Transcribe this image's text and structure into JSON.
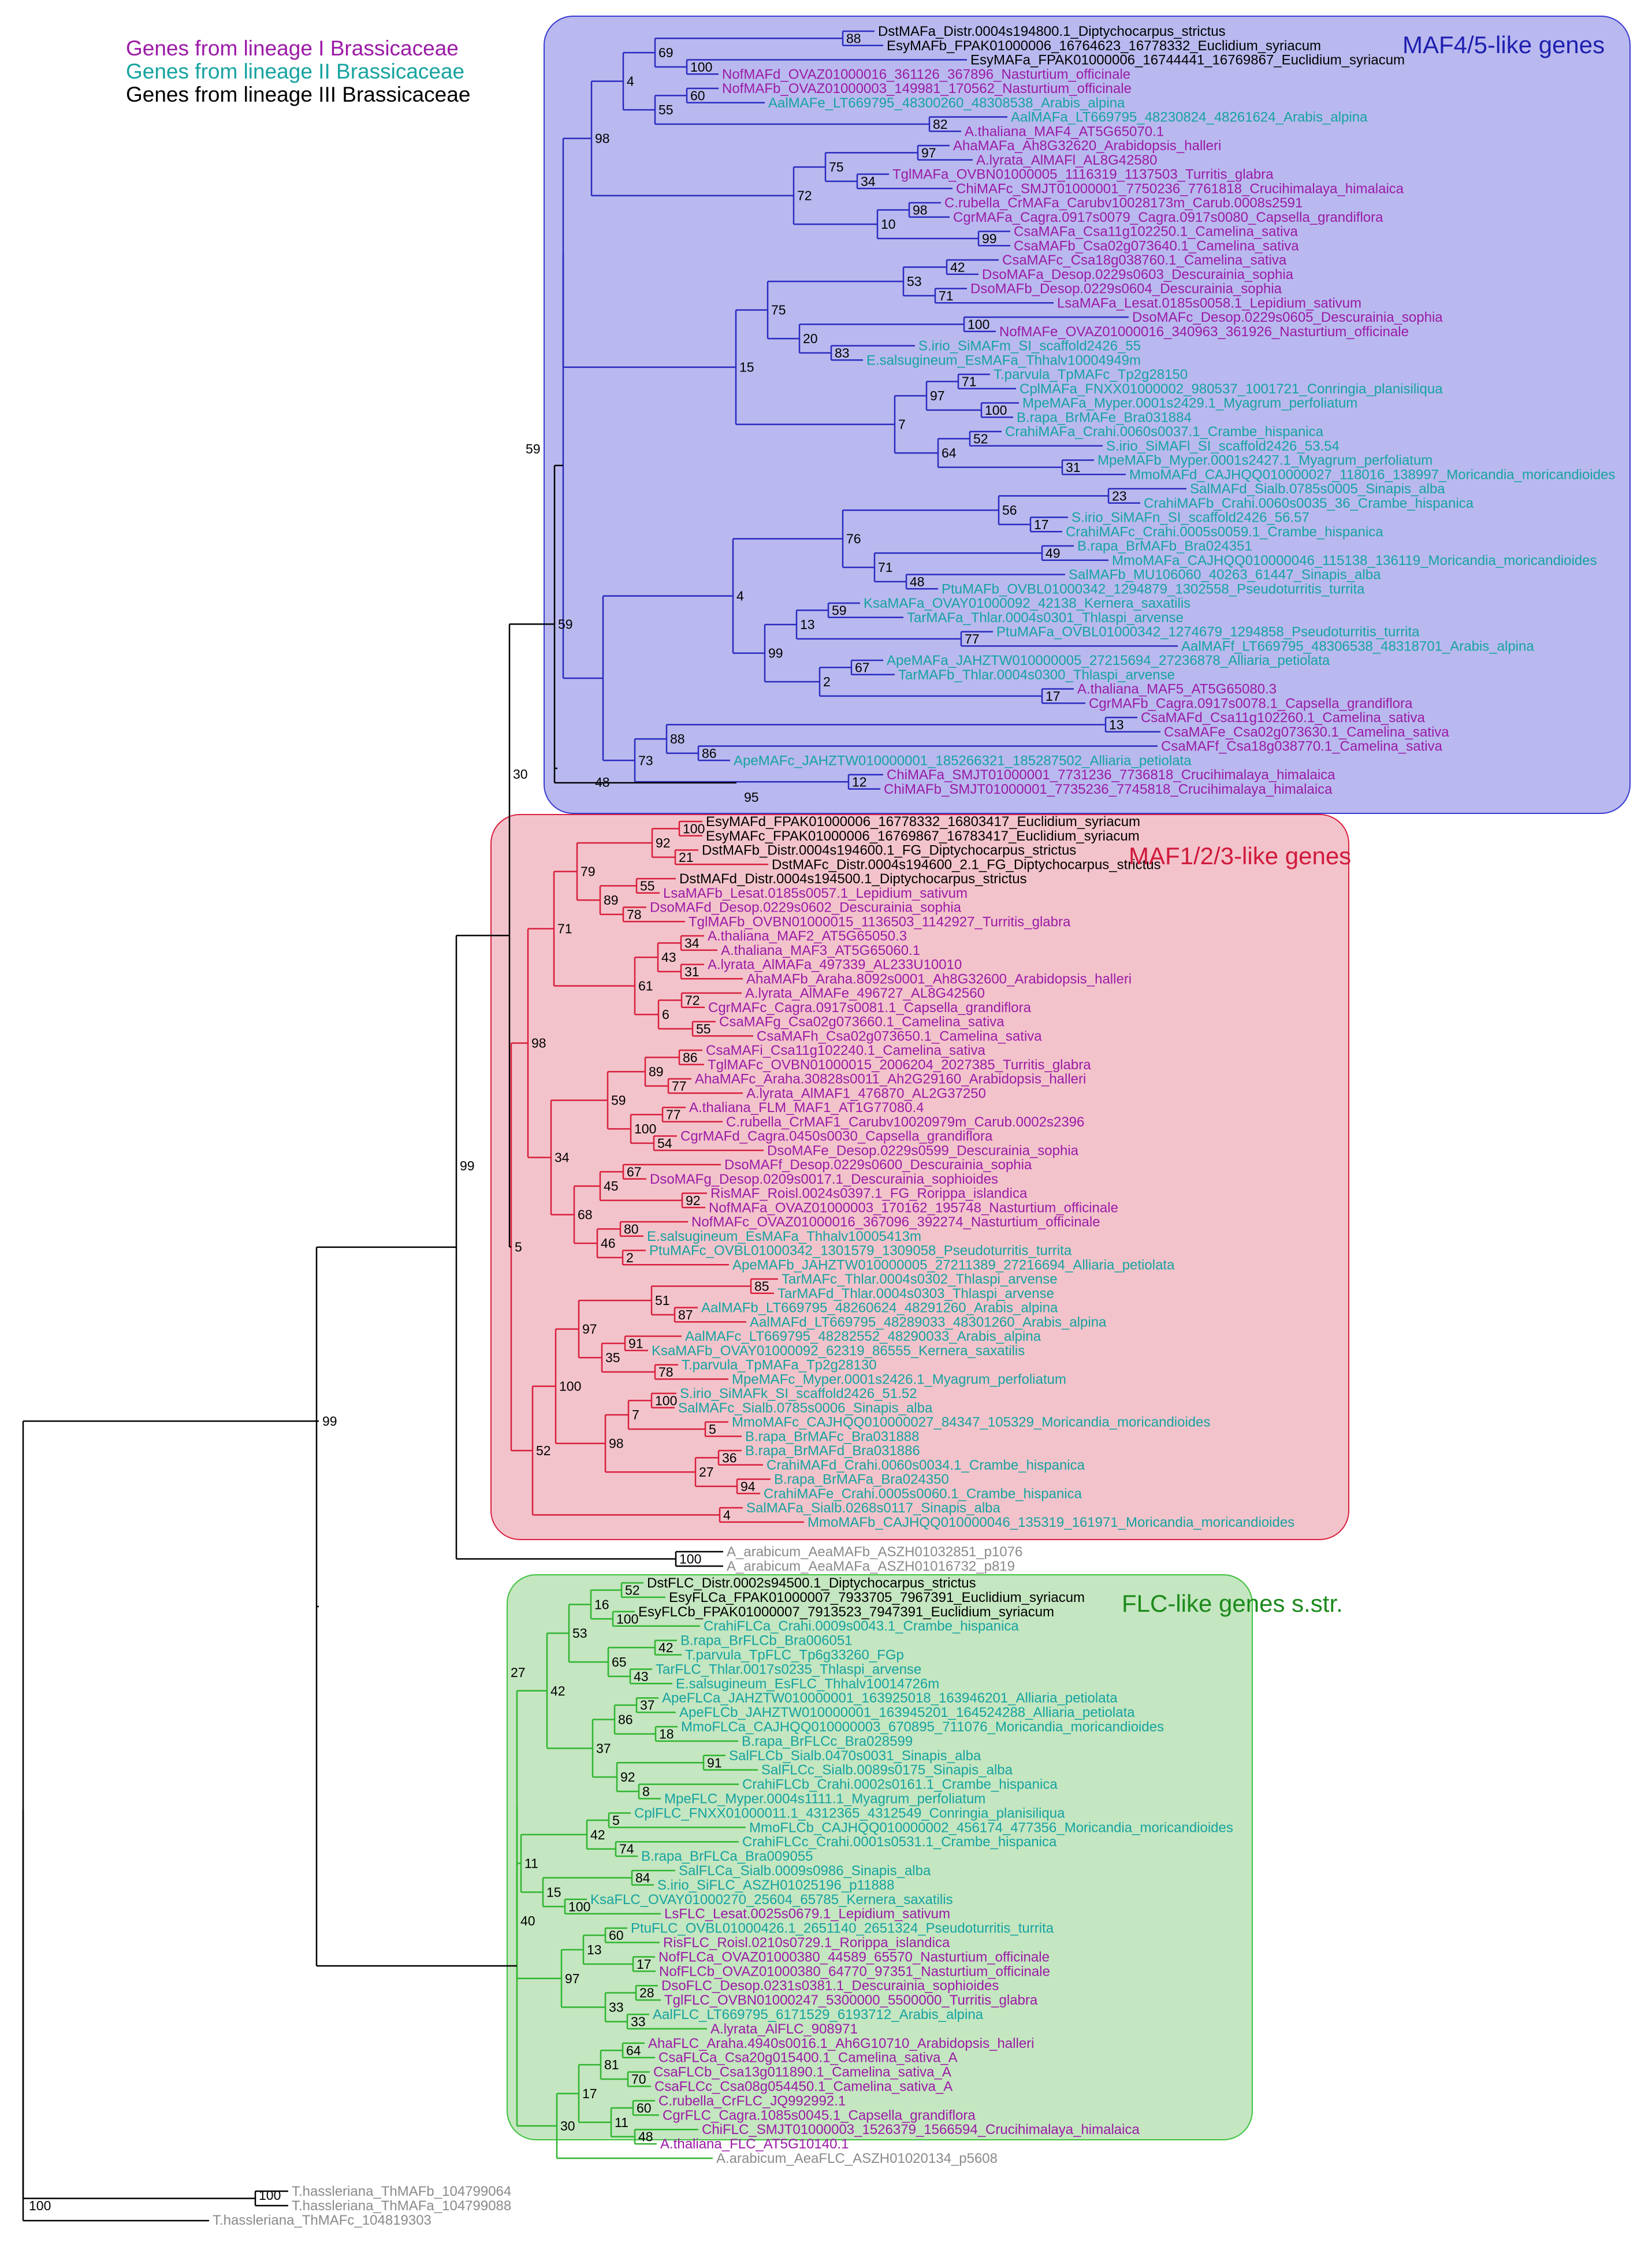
{
  "legend": [
    {
      "label": "Genes from lineage I Brassicaceae",
      "color": "#9b1aa6"
    },
    {
      "label": "Genes from lineage II Brassicaceae",
      "color": "#16a3a0"
    },
    {
      "label": "Genes from lineage III Brassicaceae",
      "color": "#000000"
    }
  ],
  "clades": [
    {
      "id": "maf45",
      "label": "MAF4/5-like genes",
      "label_color": "#1f1fb0",
      "fill": "#b9b9ef",
      "stroke": "#3a3ad0"
    },
    {
      "id": "maf123",
      "label": "MAF1/2/3-like genes",
      "label_color": "#d01a3c",
      "fill": "#f3c3cb",
      "stroke": "#d8203f"
    },
    {
      "id": "flc",
      "label": "FLC-like genes s.str.",
      "label_color": "#1c8a1c",
      "fill": "#c4e6c0",
      "stroke": "#3ec23e"
    }
  ],
  "colors": {
    "lineage1": "#9b1aa6",
    "lineage2": "#16a3a0",
    "lineage3": "#000000",
    "outgroup": "#8a8a8a",
    "branch": "#000000"
  },
  "taxa": {
    "maf45": [
      {
        "label": "DstMAFa_Distr.0004s194800.1_Diptychocarpus_strictus",
        "lineage": 3
      },
      {
        "label": "EsyMAFb_FPAK01000006_16764623_16778332_Euclidium_syriacum",
        "lineage": 3
      },
      {
        "label": "EsyMAFa_FPAK01000006_16744441_16769867_Euclidium_syriacum",
        "lineage": 3
      },
      {
        "label": "NofMAFd_OVAZ01000016_361126_367896_Nasturtium_officinale",
        "lineage": 1
      },
      {
        "label": "NofMAFb_OVAZ01000003_149981_170562_Nasturtium_officinale",
        "lineage": 1
      },
      {
        "label": "AalMAFe_LT669795_48300260_48308538_Arabis_alpina",
        "lineage": 2
      },
      {
        "label": "AalMAFa_LT669795_48230824_48261624_Arabis_alpina",
        "lineage": 2
      },
      {
        "label": "A.thaliana_MAF4_AT5G65070.1",
        "lineage": 1
      },
      {
        "label": "AhaMAFa_Ah8G32620_Arabidopsis_halleri",
        "lineage": 1
      },
      {
        "label": "A.lyrata_AlMAFl_AL8G42580",
        "lineage": 1
      },
      {
        "label": "TglMAFa_OVBN01000005_1116319_1137503_Turritis_glabra",
        "lineage": 1
      },
      {
        "label": "ChiMAFc_SMJT01000001_7750236_7761818_Crucihimalaya_himalaica",
        "lineage": 1
      },
      {
        "label": "C.rubella_CrMAFa_Carubv10028173m_Carub.0008s2591",
        "lineage": 1
      },
      {
        "label": "CgrMAFa_Cagra.0917s0079_Cagra.0917s0080_Capsella_grandiflora",
        "lineage": 1
      },
      {
        "label": "CsaMAFa_Csa11g102250.1_Camelina_sativa",
        "lineage": 1
      },
      {
        "label": "CsaMAFb_Csa02g073640.1_Camelina_sativa",
        "lineage": 1
      },
      {
        "label": "CsaMAFc_Csa18g038760.1_Camelina_sativa",
        "lineage": 1
      },
      {
        "label": "DsoMAFa_Desop.0229s0603_Descurainia_sophia",
        "lineage": 1
      },
      {
        "label": "DsoMAFb_Desop.0229s0604_Descurainia_sophia",
        "lineage": 1
      },
      {
        "label": "LsaMAFa_Lesat.0185s0058.1_Lepidium_sativum",
        "lineage": 1
      },
      {
        "label": "DsoMAFc_Desop.0229s0605_Descurainia_sophia",
        "lineage": 1
      },
      {
        "label": "NofMAFe_OVAZ01000016_340963_361926_Nasturtium_officinale",
        "lineage": 1
      },
      {
        "label": "S.irio_SiMAFm_SI_scaffold2426_55",
        "lineage": 2
      },
      {
        "label": "E.salsugineum_EsMAFa_Thhalv10004949m",
        "lineage": 2
      },
      {
        "label": "T.parvula_TpMAFc_Tp2g28150",
        "lineage": 2
      },
      {
        "label": "CplMAFa_FNXX01000002_980537_1001721_Conringia_planisiliqua",
        "lineage": 2
      },
      {
        "label": "MpeMAFa_Myper.0001s2429.1_Myagrum_perfoliatum",
        "lineage": 2
      },
      {
        "label": "B.rapa_BrMAFe_Bra031884",
        "lineage": 2
      },
      {
        "label": "CrahiMAFa_Crahi.0060s0037.1_Crambe_hispanica",
        "lineage": 2
      },
      {
        "label": "S.irio_SiMAFl_SI_scaffold2426_53.54",
        "lineage": 2
      },
      {
        "label": "MpeMAFb_Myper.0001s2427.1_Myagrum_perfoliatum",
        "lineage": 2
      },
      {
        "label": "MmoMAFd_CAJHQQ010000027_118016_138997_Moricandia_moricandioides",
        "lineage": 2
      },
      {
        "label": "SalMAFd_Sialb.0785s0005_Sinapis_alba",
        "lineage": 2
      },
      {
        "label": "CrahiMAFb_Crahi.0060s0035_36_Crambe_hispanica",
        "lineage": 2
      },
      {
        "label": "S.irio_SiMAFn_SI_scaffold2426_56.57",
        "lineage": 2
      },
      {
        "label": "CrahiMAFc_Crahi.0005s0059.1_Crambe_hispanica",
        "lineage": 2
      },
      {
        "label": "B.rapa_BrMAFb_Bra024351",
        "lineage": 2
      },
      {
        "label": "MmoMAFa_CAJHQQ010000046_115138_136119_Moricandia_moricandioides",
        "lineage": 2
      },
      {
        "label": "SalMAFb_MU106060_40263_61447_Sinapis_alba",
        "lineage": 2
      },
      {
        "label": "PtuMAFb_OVBL01000342_1294879_1302558_Pseudoturritis_turrita",
        "lineage": 2
      },
      {
        "label": "KsaMAFa_OVAY01000092_42138_Kernera_saxatilis",
        "lineage": 2
      },
      {
        "label": "TarMAFa_Thlar.0004s0301_Thlaspi_arvense",
        "lineage": 2
      },
      {
        "label": "PtuMAFa_OVBL01000342_1274679_1294858_Pseudoturritis_turrita",
        "lineage": 2
      },
      {
        "label": "AalMAFf_LT669795_48306538_48318701_Arabis_alpina",
        "lineage": 2
      },
      {
        "label": "ApeMAFa_JAHZTW010000005_27215694_27236878_Alliaria_petiolata",
        "lineage": 2
      },
      {
        "label": "TarMAFb_Thlar.0004s0300_Thlaspi_arvense",
        "lineage": 2
      },
      {
        "label": "A.thaliana_MAF5_AT5G65080.3",
        "lineage": 1
      },
      {
        "label": "CgrMAFb_Cagra.0917s0078.1_Capsella_grandiflora",
        "lineage": 1
      },
      {
        "label": "CsaMAFd_Csa11g102260.1_Camelina_sativa",
        "lineage": 1
      },
      {
        "label": "CsaMAFe_Csa02g073630.1_Camelina_sativa",
        "lineage": 1
      },
      {
        "label": "CsaMAFf_Csa18g038770.1_Camelina_sativa",
        "lineage": 1
      },
      {
        "label": "ApeMAFc_JAHZTW010000001_185266321_185287502_Alliaria_petiolata",
        "lineage": 2
      },
      {
        "label": "ChiMAFa_SMJT01000001_7731236_7736818_Crucihimalaya_himalaica",
        "lineage": 1
      },
      {
        "label": "ChiMAFb_SMJT01000001_7735236_7745818_Crucihimalaya_himalaica",
        "lineage": 1
      }
    ],
    "maf123": [
      {
        "label": "EsyMAFd_FPAK01000006_16778332_16803417_Euclidium_syriacum",
        "lineage": 3
      },
      {
        "label": "EsyMAFc_FPAK01000006_16769867_16783417_Euclidium_syriacum",
        "lineage": 3
      },
      {
        "label": "DstMAFb_Distr.0004s194600.1_FG_Diptychocarpus_strictus",
        "lineage": 3
      },
      {
        "label": "DstMAFc_Distr.0004s194600_2.1_FG_Diptychocarpus_strictus",
        "lineage": 3
      },
      {
        "label": "DstMAFd_Distr.0004s194500.1_Diptychocarpus_strictus",
        "lineage": 3
      },
      {
        "label": "LsaMAFb_Lesat.0185s0057.1_Lepidium_sativum",
        "lineage": 1
      },
      {
        "label": "DsoMAFd_Desop.0229s0602_Descurainia_sophia",
        "lineage": 1
      },
      {
        "label": "TglMAFb_OVBN01000015_1136503_1142927_Turritis_glabra",
        "lineage": 1
      },
      {
        "label": "A.thaliana_MAF2_AT5G65050.3",
        "lineage": 1
      },
      {
        "label": "A.thaliana_MAF3_AT5G65060.1",
        "lineage": 1
      },
      {
        "label": "A.lyrata_AlMAFa_497339_AL233U10010",
        "lineage": 1
      },
      {
        "label": "AhaMAFb_Araha.8092s0001_Ah8G32600_Arabidopsis_halleri",
        "lineage": 1
      },
      {
        "label": "A.lyrata_AlMAFe_496727_AL8G42560",
        "lineage": 1
      },
      {
        "label": "CgrMAFc_Cagra.0917s0081.1_Capsella_grandiflora",
        "lineage": 1
      },
      {
        "label": "CsaMAFg_Csa02g073660.1_Camelina_sativa",
        "lineage": 1
      },
      {
        "label": "CsaMAFh_Csa02g073650.1_Camelina_sativa",
        "lineage": 1
      },
      {
        "label": "CsaMAFi_Csa11g102240.1_Camelina_sativa",
        "lineage": 1
      },
      {
        "label": "TglMAFc_OVBN01000015_2006204_2027385_Turritis_glabra",
        "lineage": 1
      },
      {
        "label": "AhaMAFc_Araha.30828s0011_Ah2G29160_Arabidopsis_halleri",
        "lineage": 1
      },
      {
        "label": "A.lyrata_AlMAF1_476870_AL2G37250",
        "lineage": 1
      },
      {
        "label": "A.thaliana_FLM_MAF1_AT1G77080.4",
        "lineage": 1
      },
      {
        "label": "C.rubella_CrMAF1_Carubv10020979m_Carub.0002s2396",
        "lineage": 1
      },
      {
        "label": "CgrMAFd_Cagra.0450s0030_Capsella_grandiflora",
        "lineage": 1
      },
      {
        "label": "DsoMAFe_Desop.0229s0599_Descurainia_sophia",
        "lineage": 1
      },
      {
        "label": "DsoMAFf_Desop.0229s0600_Descurainia_sophia",
        "lineage": 1
      },
      {
        "label": "DsoMAFg_Desop.0209s0017.1_Descurainia_sophioides",
        "lineage": 1
      },
      {
        "label": "RisMAF_Roisl.0024s0397.1_FG_Rorippa_islandica",
        "lineage": 1
      },
      {
        "label": "NofMAFa_OVAZ01000003_170162_195748_Nasturtium_officinale",
        "lineage": 1
      },
      {
        "label": "NofMAFc_OVAZ01000016_367096_392274_Nasturtium_officinale",
        "lineage": 1
      },
      {
        "label": "E.salsugineum_EsMAFa_Thhalv10005413m",
        "lineage": 2
      },
      {
        "label": "PtuMAFc_OVBL01000342_1301579_1309058_Pseudoturritis_turrita",
        "lineage": 2
      },
      {
        "label": "ApeMAFb_JAHZTW010000005_27211389_27216694_Alliaria_petiolata",
        "lineage": 2
      },
      {
        "label": "TarMAFc_Thlar.0004s0302_Thlaspi_arvense",
        "lineage": 2
      },
      {
        "label": "TarMAFd_Thlar.0004s0303_Thlaspi_arvense",
        "lineage": 2
      },
      {
        "label": "AalMAFb_LT669795_48260624_48291260_Arabis_alpina",
        "lineage": 2
      },
      {
        "label": "AalMAFd_LT669795_48289033_48301260_Arabis_alpina",
        "lineage": 2
      },
      {
        "label": "AalMAFc_LT669795_48282552_48290033_Arabis_alpina",
        "lineage": 2
      },
      {
        "label": "KsaMAFb_OVAY01000092_62319_86555_Kernera_saxatilis",
        "lineage": 2
      },
      {
        "label": "T.parvula_TpMAFa_Tp2g28130",
        "lineage": 2
      },
      {
        "label": "MpeMAFc_Myper.0001s2426.1_Myagrum_perfoliatum",
        "lineage": 2
      },
      {
        "label": "S.irio_SiMAFk_SI_scaffold2426_51.52",
        "lineage": 2
      },
      {
        "label": "SalMAFc_Sialb.0785s0006_Sinapis_alba",
        "lineage": 2
      },
      {
        "label": "MmoMAFc_CAJHQQ010000027_84347_105329_Moricandia_moricandioides",
        "lineage": 2
      },
      {
        "label": "B.rapa_BrMAFc_Bra031888",
        "lineage": 2
      },
      {
        "label": "B.rapa_BrMAFd_Bra031886",
        "lineage": 2
      },
      {
        "label": "CrahiMAFd_Crahi.0060s0034.1_Crambe_hispanica",
        "lineage": 2
      },
      {
        "label": "B.rapa_BrMAFa_Bra024350",
        "lineage": 2
      },
      {
        "label": "CrahiMAFe_Crahi.0005s0060.1_Crambe_hispanica",
        "lineage": 2
      },
      {
        "label": "SalMAFa_Sialb.0268s0117_Sinapis_alba",
        "lineage": 2
      },
      {
        "label": "MmoMAFb_CAJHQQ010000046_135319_161971_Moricandia_moricandioides",
        "lineage": 2
      }
    ],
    "aea": [
      {
        "label": "A_arabicum_AeaMAFb_ASZH01032851_p1076",
        "lineage": 0
      },
      {
        "label": "A_arabicum_AeaMAFa_ASZH01016732_p819",
        "lineage": 0
      }
    ],
    "flc": [
      {
        "label": "DstFLC_Distr.0002s94500.1_Diptychocarpus_strictus",
        "lineage": 3
      },
      {
        "label": "EsyFLCa_FPAK01000007_7933705_7967391_Euclidium_syriacum",
        "lineage": 3
      },
      {
        "label": "EsyFLCb_FPAK01000007_7913523_7947391_Euclidium_syriacum",
        "lineage": 3
      },
      {
        "label": "CrahiFLCa_Crahi.0009s0043.1_Crambe_hispanica",
        "lineage": 2
      },
      {
        "label": "B.rapa_BrFLCb_Bra006051",
        "lineage": 2
      },
      {
        "label": "T.parvula_TpFLC_Tp6g33260_FGp",
        "lineage": 2
      },
      {
        "label": "TarFLC_Thlar.0017s0235_Thlaspi_arvense",
        "lineage": 2
      },
      {
        "label": "E.salsugineum_EsFLC_Thhalv10014726m",
        "lineage": 2
      },
      {
        "label": "ApeFLCa_JAHZTW010000001_163925018_163946201_Alliaria_petiolata",
        "lineage": 2
      },
      {
        "label": "ApeFLCb_JAHZTW010000001_163945201_164524288_Alliaria_petiolata",
        "lineage": 2
      },
      {
        "label": "MmoFLCa_CAJHQQ010000003_670895_711076_Moricandia_moricandioides",
        "lineage": 2
      },
      {
        "label": "B.rapa_BrFLCc_Bra028599",
        "lineage": 2
      },
      {
        "label": "SalFLCb_Sialb.0470s0031_Sinapis_alba",
        "lineage": 2
      },
      {
        "label": "SalFLCc_Sialb.0089s0175_Sinapis_alba",
        "lineage": 2
      },
      {
        "label": "CrahiFLCb_Crahi.0002s0161.1_Crambe_hispanica",
        "lineage": 2
      },
      {
        "label": "MpeFLC_Myper.0004s1111.1_Myagrum_perfoliatum",
        "lineage": 2
      },
      {
        "label": "CplFLC_FNXX01000011.1_4312365_4312549_Conringia_planisiliqua",
        "lineage": 2
      },
      {
        "label": "MmoFLCb_CAJHQQ010000002_456174_477356_Moricandia_moricandioides",
        "lineage": 2
      },
      {
        "label": "CrahiFLCc_Crahi.0001s0531.1_Crambe_hispanica",
        "lineage": 2
      },
      {
        "label": "B.rapa_BrFLCa_Bra009055",
        "lineage": 2
      },
      {
        "label": "SalFLCa_Sialb.0009s0986_Sinapis_alba",
        "lineage": 2
      },
      {
        "label": "S.irio_SiFLC_ASZH01025196_p11888",
        "lineage": 2
      },
      {
        "label": "KsaFLC_OVAY01000270_25604_65785_Kernera_saxatilis",
        "lineage": 2
      },
      {
        "label": "LsFLC_Lesat.0025s0679.1_Lepidium_sativum",
        "lineage": 1
      },
      {
        "label": "PtuFLC_OVBL01000426.1_2651140_2651324_Pseudoturritis_turrita",
        "lineage": 2
      },
      {
        "label": "RisFLC_Roisl.0210s0729.1_Rorippa_islandica",
        "lineage": 1
      },
      {
        "label": "NofFLCa_OVAZ01000380_44589_65570_Nasturtium_officinale",
        "lineage": 1
      },
      {
        "label": "NofFLCb_OVAZ01000380_64770_97351_Nasturtium_officinale",
        "lineage": 1
      },
      {
        "label": "DsoFLC_Desop.0231s0381.1_Descurainia_sophioides",
        "lineage": 1
      },
      {
        "label": "TglFLC_OVBN01000247_5300000_5500000_Turritis_glabra",
        "lineage": 1
      },
      {
        "label": "AalFLC_LT669795_6171529_6193712_Arabis_alpina",
        "lineage": 2
      },
      {
        "label": "A.lyrata_AlFLC_908971",
        "lineage": 1
      },
      {
        "label": "AhaFLC_Araha.4940s0016.1_Ah6G10710_Arabidopsis_halleri",
        "lineage": 1
      },
      {
        "label": "CsaFLCa_Csa20g015400.1_Camelina_sativa_A",
        "lineage": 1
      },
      {
        "label": "CsaFLCb_Csa13g011890.1_Camelina_sativa_A",
        "lineage": 1
      },
      {
        "label": "CsaFLCc_Csa08g054450.1_Camelina_sativa_A",
        "lineage": 1
      },
      {
        "label": "C.rubella_CrFLC_JQ992992.1",
        "lineage": 1
      },
      {
        "label": "CgrFLC_Cagra.1085s0045.1_Capsella_grandiflora",
        "lineage": 1
      },
      {
        "label": "ChiFLC_SMJT01000003_1526379_1566594_Crucihimalaya_himalaica",
        "lineage": 1
      },
      {
        "label": "A.thaliana_FLC_AT5G10140.1",
        "lineage": 1
      },
      {
        "label": "A.arabicum_AeaFLC_ASZH01020134_p5608",
        "lineage": 0
      }
    ],
    "outgroup": [
      {
        "label": "T.hassleriana_ThMAFb_104799064",
        "lineage": 0
      },
      {
        "label": "T.hassleriana_ThMAFa_104799088",
        "lineage": 0
      },
      {
        "label": "T.hassleriana_ThMAFc_104819303",
        "lineage": 0
      }
    ]
  },
  "bootstrap": {
    "maf45": [
      "88",
      "100",
      "60",
      "82",
      "97",
      "34",
      "98",
      "99",
      "42",
      "71",
      "100",
      "83",
      "71",
      "100",
      "52",
      "31",
      "23",
      "17",
      "49",
      "48",
      "59",
      "77",
      "67",
      "17",
      "13",
      "86",
      "12",
      "69",
      "55",
      "75",
      "10",
      "53",
      "20",
      "97",
      "64",
      "56",
      "71",
      "13",
      "2",
      "88",
      "4",
      "72",
      "75",
      "7",
      "76",
      "99",
      "73",
      "98",
      "15",
      "4"
    ],
    "maf123": [
      "100",
      "21",
      "55",
      "78",
      "34",
      "31",
      "72",
      "55",
      "86",
      "77",
      "77",
      "54",
      "67",
      "92",
      "80",
      "2",
      "85",
      "87",
      "91",
      "78",
      "100",
      "5",
      "36",
      "94",
      "4",
      "92",
      "89",
      "43",
      "6",
      "89",
      "100",
      "45",
      "46",
      "51",
      "35",
      "7",
      "27",
      "79",
      "61",
      "59",
      "68",
      "97",
      "98",
      "71",
      "34",
      "100",
      "98",
      "52",
      "5"
    ],
    "top": [
      "59",
      "48",
      "95",
      "30",
      "100",
      "99",
      "27",
      "99",
      "100"
    ],
    "flc": [
      "52",
      "100",
      "42",
      "43",
      "37",
      "18",
      "91",
      "8",
      "5",
      "74",
      "84",
      "100",
      "60",
      "17",
      "28",
      "33",
      "64",
      "70",
      "60",
      "48",
      "16",
      "65",
      "86",
      "92",
      "42",
      "15",
      "13",
      "33",
      "81",
      "11",
      "53",
      "37",
      "11",
      "97",
      "17",
      "42",
      "40",
      "30"
    ]
  }
}
